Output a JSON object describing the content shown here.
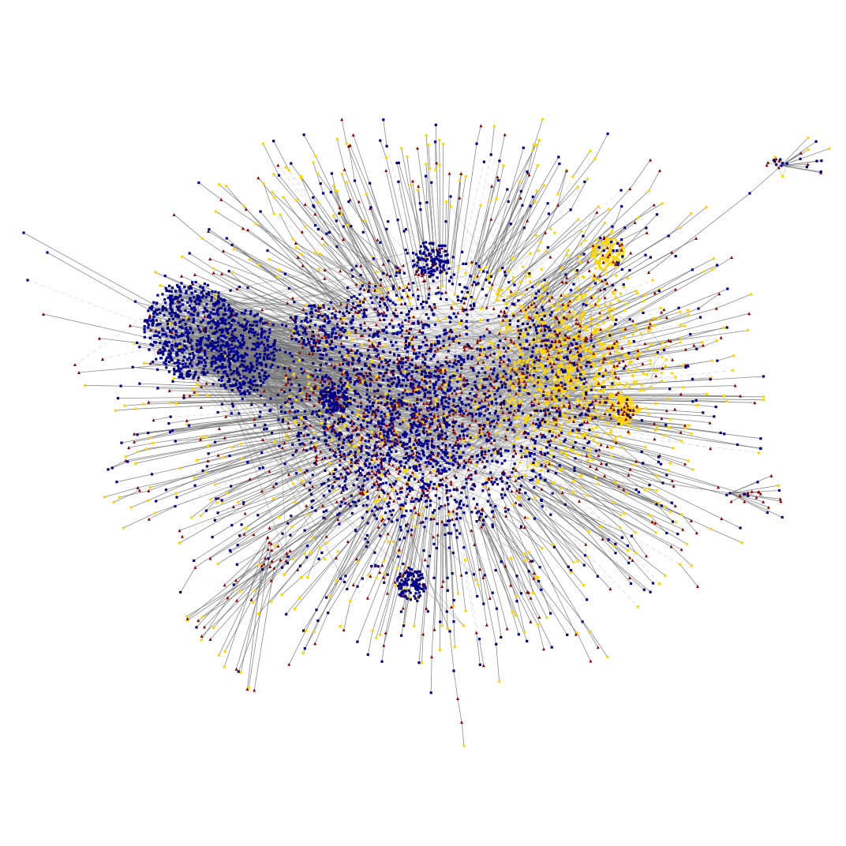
{
  "figure": {
    "background": "#ffffff",
    "node_classes": [
      {
        "id": "blue",
        "shape": "square",
        "color": "#00008b",
        "share": 0.52
      },
      {
        "id": "red",
        "shape": "triangle",
        "color": "#8b0000",
        "share": 0.18
      },
      {
        "id": "yellow",
        "shape": "circle",
        "color": "#ffd700",
        "share": 0.3
      }
    ],
    "edge_styles": [
      {
        "id": "solid",
        "color": "#6e6e6e",
        "dash": "none"
      },
      {
        "id": "dashed",
        "color": "#cfcfcf",
        "dash": "5,4"
      }
    ],
    "clusters": [
      {
        "id": "left-dense-cluster",
        "dominant_class": "blue"
      },
      {
        "id": "central-cluster",
        "dominant_class": "blue",
        "mixed_with": "red"
      },
      {
        "id": "right-cluster",
        "dominant_class": "yellow"
      },
      {
        "id": "top-right-spoke-group",
        "dominant_class": "blue"
      },
      {
        "id": "right-spoke-group",
        "dominant_class": "blue"
      }
    ]
  }
}
